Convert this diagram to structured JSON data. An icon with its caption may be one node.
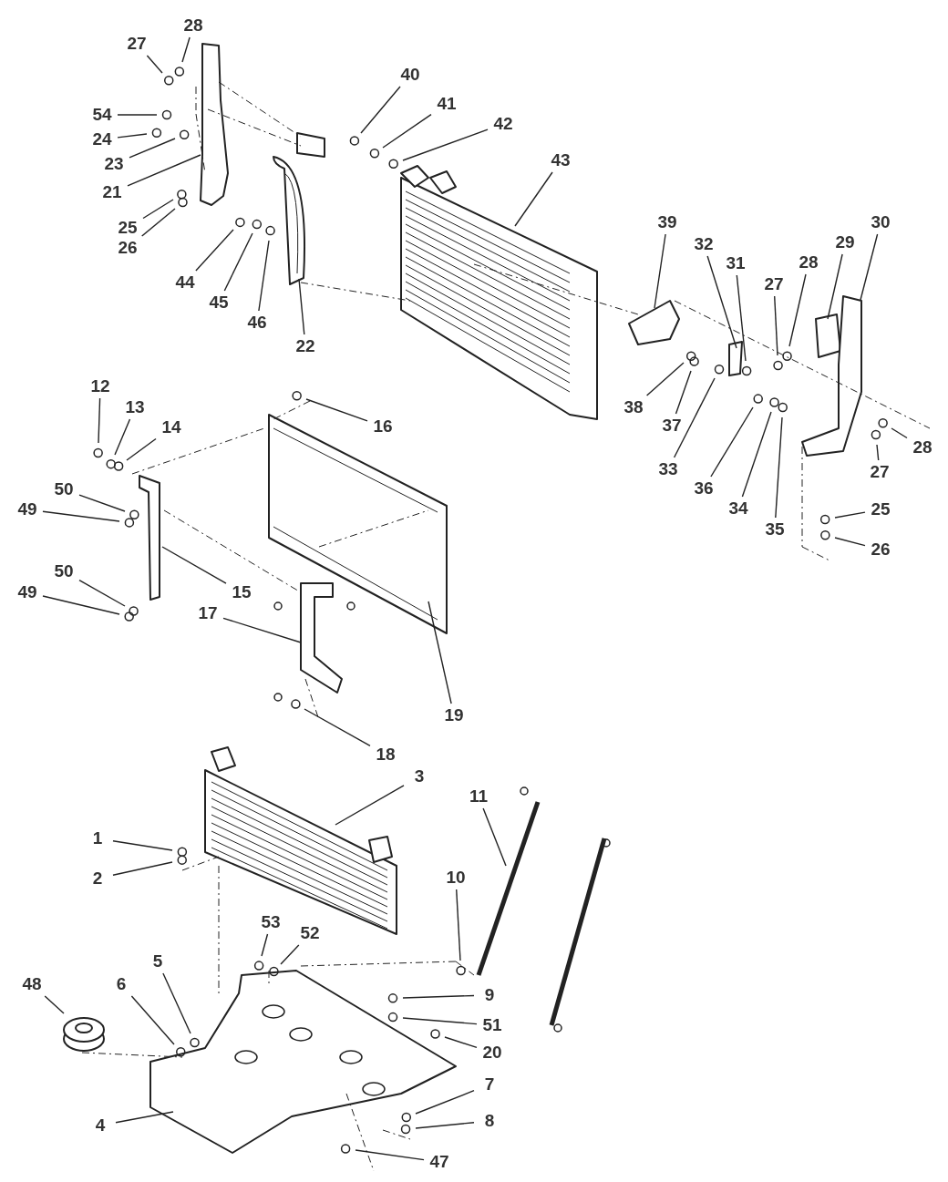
{
  "diagram": {
    "nodes": [
      {
        "text": [
          "28"
        ]
      },
      {
        "text": [
          "27"
        ]
      },
      {
        "text": [
          "54"
        ]
      },
      {
        "text": [
          "24"
        ]
      },
      {
        "text": [
          "23"
        ]
      },
      {
        "text": [
          "21"
        ]
      },
      {
        "text": [
          "25"
        ]
      },
      {
        "text": [
          "26"
        ]
      },
      {
        "text": [
          "40"
        ]
      },
      {
        "text": [
          "41"
        ]
      },
      {
        "text": [
          "42"
        ]
      },
      {
        "text": [
          "43"
        ]
      },
      {
        "text": [
          "44"
        ]
      },
      {
        "text": [
          "45"
        ]
      },
      {
        "text": [
          "46"
        ]
      },
      {
        "text": [
          "22"
        ]
      },
      {
        "text": [
          "39"
        ]
      },
      {
        "text": [
          "32"
        ]
      },
      {
        "text": [
          "31"
        ]
      },
      {
        "text": [
          "30"
        ]
      },
      {
        "text": [
          "29"
        ]
      },
      {
        "text": [
          "28"
        ]
      },
      {
        "text": [
          "27"
        ]
      },
      {
        "text": [
          "38"
        ]
      },
      {
        "text": [
          "37"
        ]
      },
      {
        "text": [
          "33"
        ]
      },
      {
        "text": [
          "36"
        ]
      },
      {
        "text": [
          "34"
        ]
      },
      {
        "text": [
          "35"
        ]
      },
      {
        "text": [
          "28"
        ]
      },
      {
        "text": [
          "27"
        ]
      },
      {
        "text": [
          "25"
        ]
      },
      {
        "text": [
          "26"
        ]
      },
      {
        "text": [
          "12"
        ]
      },
      {
        "text": [
          "13"
        ]
      },
      {
        "text": [
          "14"
        ]
      },
      {
        "text": [
          "16"
        ]
      },
      {
        "text": [
          "50"
        ]
      },
      {
        "text": [
          "49"
        ]
      },
      {
        "text": [
          "15"
        ]
      },
      {
        "text": [
          "50"
        ]
      },
      {
        "text": [
          "49"
        ]
      },
      {
        "text": [
          "17"
        ]
      },
      {
        "text": [
          "19"
        ]
      },
      {
        "text": [
          "18"
        ]
      },
      {
        "text": [
          "3"
        ]
      },
      {
        "text": [
          "11"
        ]
      },
      {
        "text": [
          "1"
        ]
      },
      {
        "text": [
          "2"
        ]
      },
      {
        "text": [
          "10"
        ]
      },
      {
        "text": [
          "53"
        ]
      },
      {
        "text": [
          "52"
        ]
      },
      {
        "text": [
          "48"
        ]
      },
      {
        "text": [
          "6"
        ]
      },
      {
        "text": [
          "5"
        ]
      },
      {
        "text": [
          "9"
        ]
      },
      {
        "text": [
          "51"
        ]
      },
      {
        "text": [
          "20"
        ]
      },
      {
        "text": [
          "7"
        ]
      },
      {
        "text": [
          "4"
        ]
      },
      {
        "text": [
          "8"
        ]
      },
      {
        "text": [
          "47"
        ]
      }
    ],
    "edges": [
      {
        "from": 0,
        "to": null,
        "arrow": "none"
      },
      {
        "from": 1,
        "to": null,
        "arrow": "none"
      },
      {
        "from": 2,
        "to": null,
        "arrow": "none"
      },
      {
        "from": 3,
        "to": null,
        "arrow": "none"
      },
      {
        "from": 4,
        "to": null,
        "arrow": "none"
      },
      {
        "from": 5,
        "to": null,
        "arrow": "none"
      },
      {
        "from": 6,
        "to": null,
        "arrow": "none"
      },
      {
        "from": 7,
        "to": null,
        "arrow": "none"
      },
      {
        "from": 8,
        "to": null,
        "arrow": "none"
      },
      {
        "from": 9,
        "to": null,
        "arrow": "none"
      },
      {
        "from": 10,
        "to": null,
        "arrow": "none"
      },
      {
        "from": 11,
        "to": null,
        "arrow": "none"
      },
      {
        "from": 12,
        "to": null,
        "arrow": "none"
      },
      {
        "from": 13,
        "to": null,
        "arrow": "none"
      },
      {
        "from": 14,
        "to": null,
        "arrow": "none"
      },
      {
        "from": 15,
        "to": null,
        "arrow": "none"
      },
      {
        "from": 16,
        "to": null,
        "arrow": "none"
      },
      {
        "from": 17,
        "to": null,
        "arrow": "none"
      },
      {
        "from": 18,
        "to": null,
        "arrow": "none"
      },
      {
        "from": 19,
        "to": null,
        "arrow": "none"
      },
      {
        "from": 20,
        "to": null,
        "arrow": "none"
      },
      {
        "from": 21,
        "to": null,
        "arrow": "none"
      },
      {
        "from": 22,
        "to": null,
        "arrow": "none"
      },
      {
        "from": 23,
        "to": null,
        "arrow": "none"
      },
      {
        "from": 24,
        "to": null,
        "arrow": "none"
      },
      {
        "from": 25,
        "to": null,
        "arrow": "none"
      },
      {
        "from": 26,
        "to": null,
        "arrow": "none"
      },
      {
        "from": 27,
        "to": null,
        "arrow": "none"
      },
      {
        "from": 28,
        "to": null,
        "arrow": "none"
      },
      {
        "from": 29,
        "to": null,
        "arrow": "none"
      },
      {
        "from": 30,
        "to": null,
        "arrow": "none"
      },
      {
        "from": 31,
        "to": null,
        "arrow": "none"
      },
      {
        "from": 32,
        "to": null,
        "arrow": "none"
      },
      {
        "from": 33,
        "to": null,
        "arrow": "none"
      },
      {
        "from": 34,
        "to": null,
        "arrow": "none"
      },
      {
        "from": 35,
        "to": null,
        "arrow": "none"
      },
      {
        "from": 36,
        "to": null,
        "arrow": "none"
      },
      {
        "from": 37,
        "to": null,
        "arrow": "none"
      },
      {
        "from": 38,
        "to": null,
        "arrow": "none"
      },
      {
        "from": 39,
        "to": null,
        "arrow": "none"
      },
      {
        "from": 40,
        "to": null,
        "arrow": "none"
      },
      {
        "from": 41,
        "to": null,
        "arrow": "none"
      },
      {
        "from": 42,
        "to": null,
        "arrow": "none"
      },
      {
        "from": 43,
        "to": null,
        "arrow": "none"
      },
      {
        "from": 44,
        "to": null,
        "arrow": "none"
      },
      {
        "from": 45,
        "to": null,
        "arrow": "none"
      },
      {
        "from": 46,
        "to": null,
        "arrow": "none"
      },
      {
        "from": 47,
        "to": null,
        "arrow": "none"
      },
      {
        "from": 48,
        "to": null,
        "arrow": "none"
      },
      {
        "from": 49,
        "to": null,
        "arrow": "none"
      },
      {
        "from": 50,
        "to": null,
        "arrow": "none"
      },
      {
        "from": 51,
        "to": null,
        "arrow": "none"
      },
      {
        "from": 52,
        "to": null,
        "arrow": "none"
      },
      {
        "from": 53,
        "to": null,
        "arrow": "none"
      },
      {
        "from": 54,
        "to": null,
        "arrow": "none"
      },
      {
        "from": 55,
        "to": null,
        "arrow": "none"
      },
      {
        "from": 56,
        "to": null,
        "arrow": "none"
      },
      {
        "from": 57,
        "to": null,
        "arrow": "none"
      },
      {
        "from": 58,
        "to": null,
        "arrow": "none"
      },
      {
        "from": 59,
        "to": null,
        "arrow": "none"
      },
      {
        "from": 60,
        "to": null,
        "arrow": "none"
      },
      {
        "from": 61,
        "to": null,
        "arrow": "none"
      }
    ]
  }
}
